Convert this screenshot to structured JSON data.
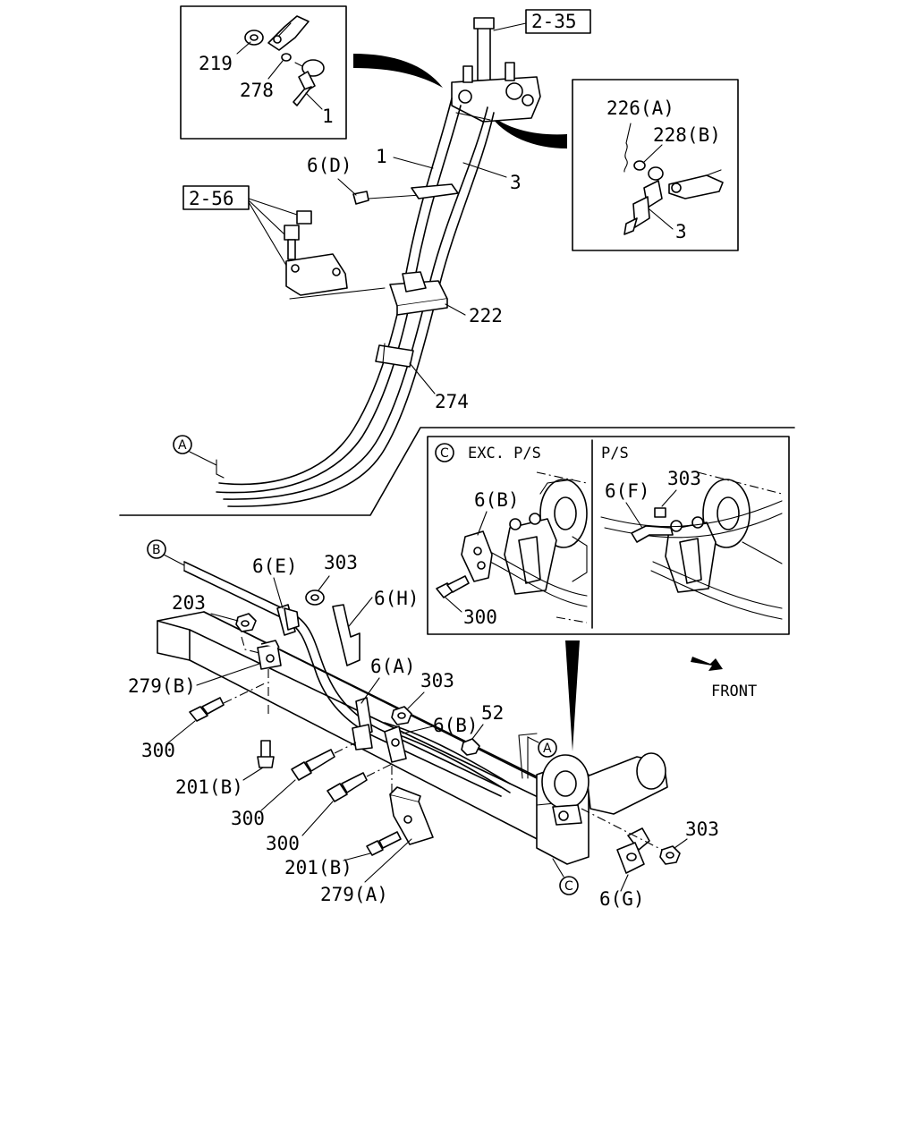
{
  "refs": {
    "r235": "2-35",
    "r256": "2-56"
  },
  "labels": {
    "l219": "219",
    "l278": "278",
    "l1_inset": "1",
    "l226a": "226(A)",
    "l228b": "228(B)",
    "l3_inset": "3",
    "l6d": "6(D)",
    "l1": "1",
    "l3": "3",
    "l222": "222",
    "l274": "274",
    "l6b_top": "6(B)",
    "l300_top": "300",
    "l6f": "6(F)",
    "l303_top": "303",
    "l6e": "6(E)",
    "l303_a": "303",
    "l203": "203",
    "l6h": "6(H)",
    "l279b": "279(B)",
    "l300_a": "300",
    "l6a": "6(A)",
    "l303_b": "303",
    "l6b": "6(B)",
    "l52": "52",
    "l201b_a": "201(B)",
    "l300_b": "300",
    "l300_c": "300",
    "l201b_b": "201(B)",
    "l279a": "279(A)",
    "l303_c": "303",
    "l6g": "6(G)"
  },
  "inset": {
    "excps": "EXC. P/S",
    "ps": "P/S"
  },
  "circles": {
    "a": "A",
    "b": "B",
    "c": "C"
  },
  "front": "FRONT"
}
